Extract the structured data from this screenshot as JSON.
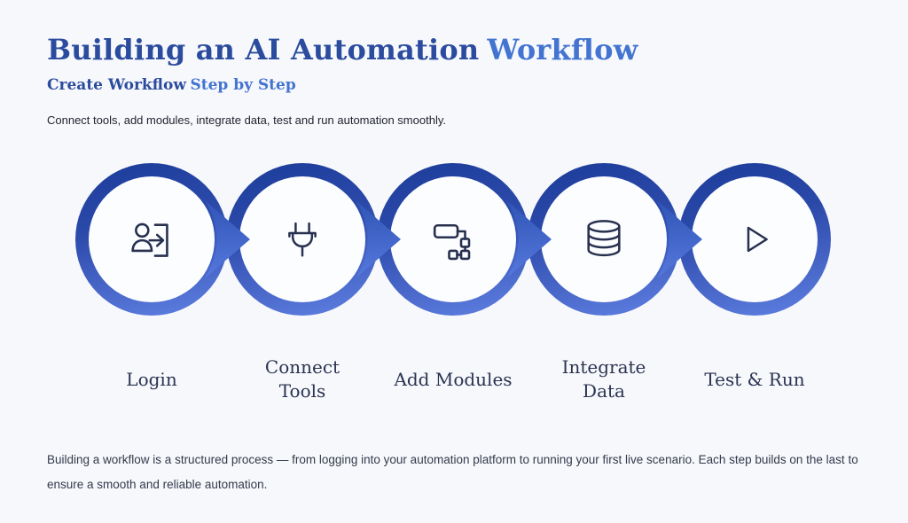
{
  "header": {
    "title": {
      "primary": "Building an AI Automation",
      "accent": "Workflow"
    },
    "subtitle": {
      "primary": "Create Workflow",
      "accent": "Step by Step"
    },
    "description": "Connect tools, add modules, integrate data, test and run automation smoothly."
  },
  "workflow": {
    "steps": [
      {
        "label": "Login",
        "icon": "login-icon"
      },
      {
        "label": "Connect\nTools",
        "icon": "plug-icon"
      },
      {
        "label": "Add Modules",
        "icon": "modules-icon"
      },
      {
        "label": "Integrate\nData",
        "icon": "database-icon"
      },
      {
        "label": "Test & Run",
        "icon": "play-icon"
      }
    ]
  },
  "footer": {
    "text": "Building a workflow is a structured process — from logging into your automation platform to running your first live scenario. Each step builds on the last to ensure a smooth and reliable automation."
  },
  "colors": {
    "background": "#f7f8fb",
    "title_primary": "#2b4c9e",
    "title_accent": "#4374d1",
    "ring_dark": "#1e3e9c",
    "ring_light": "#5d7de0",
    "arrow_top": "#2f55b6",
    "arrow_bottom": "#5678dd",
    "icon_stroke": "#27304f",
    "label_text": "#2a3352",
    "body_text": "#333a4c"
  }
}
